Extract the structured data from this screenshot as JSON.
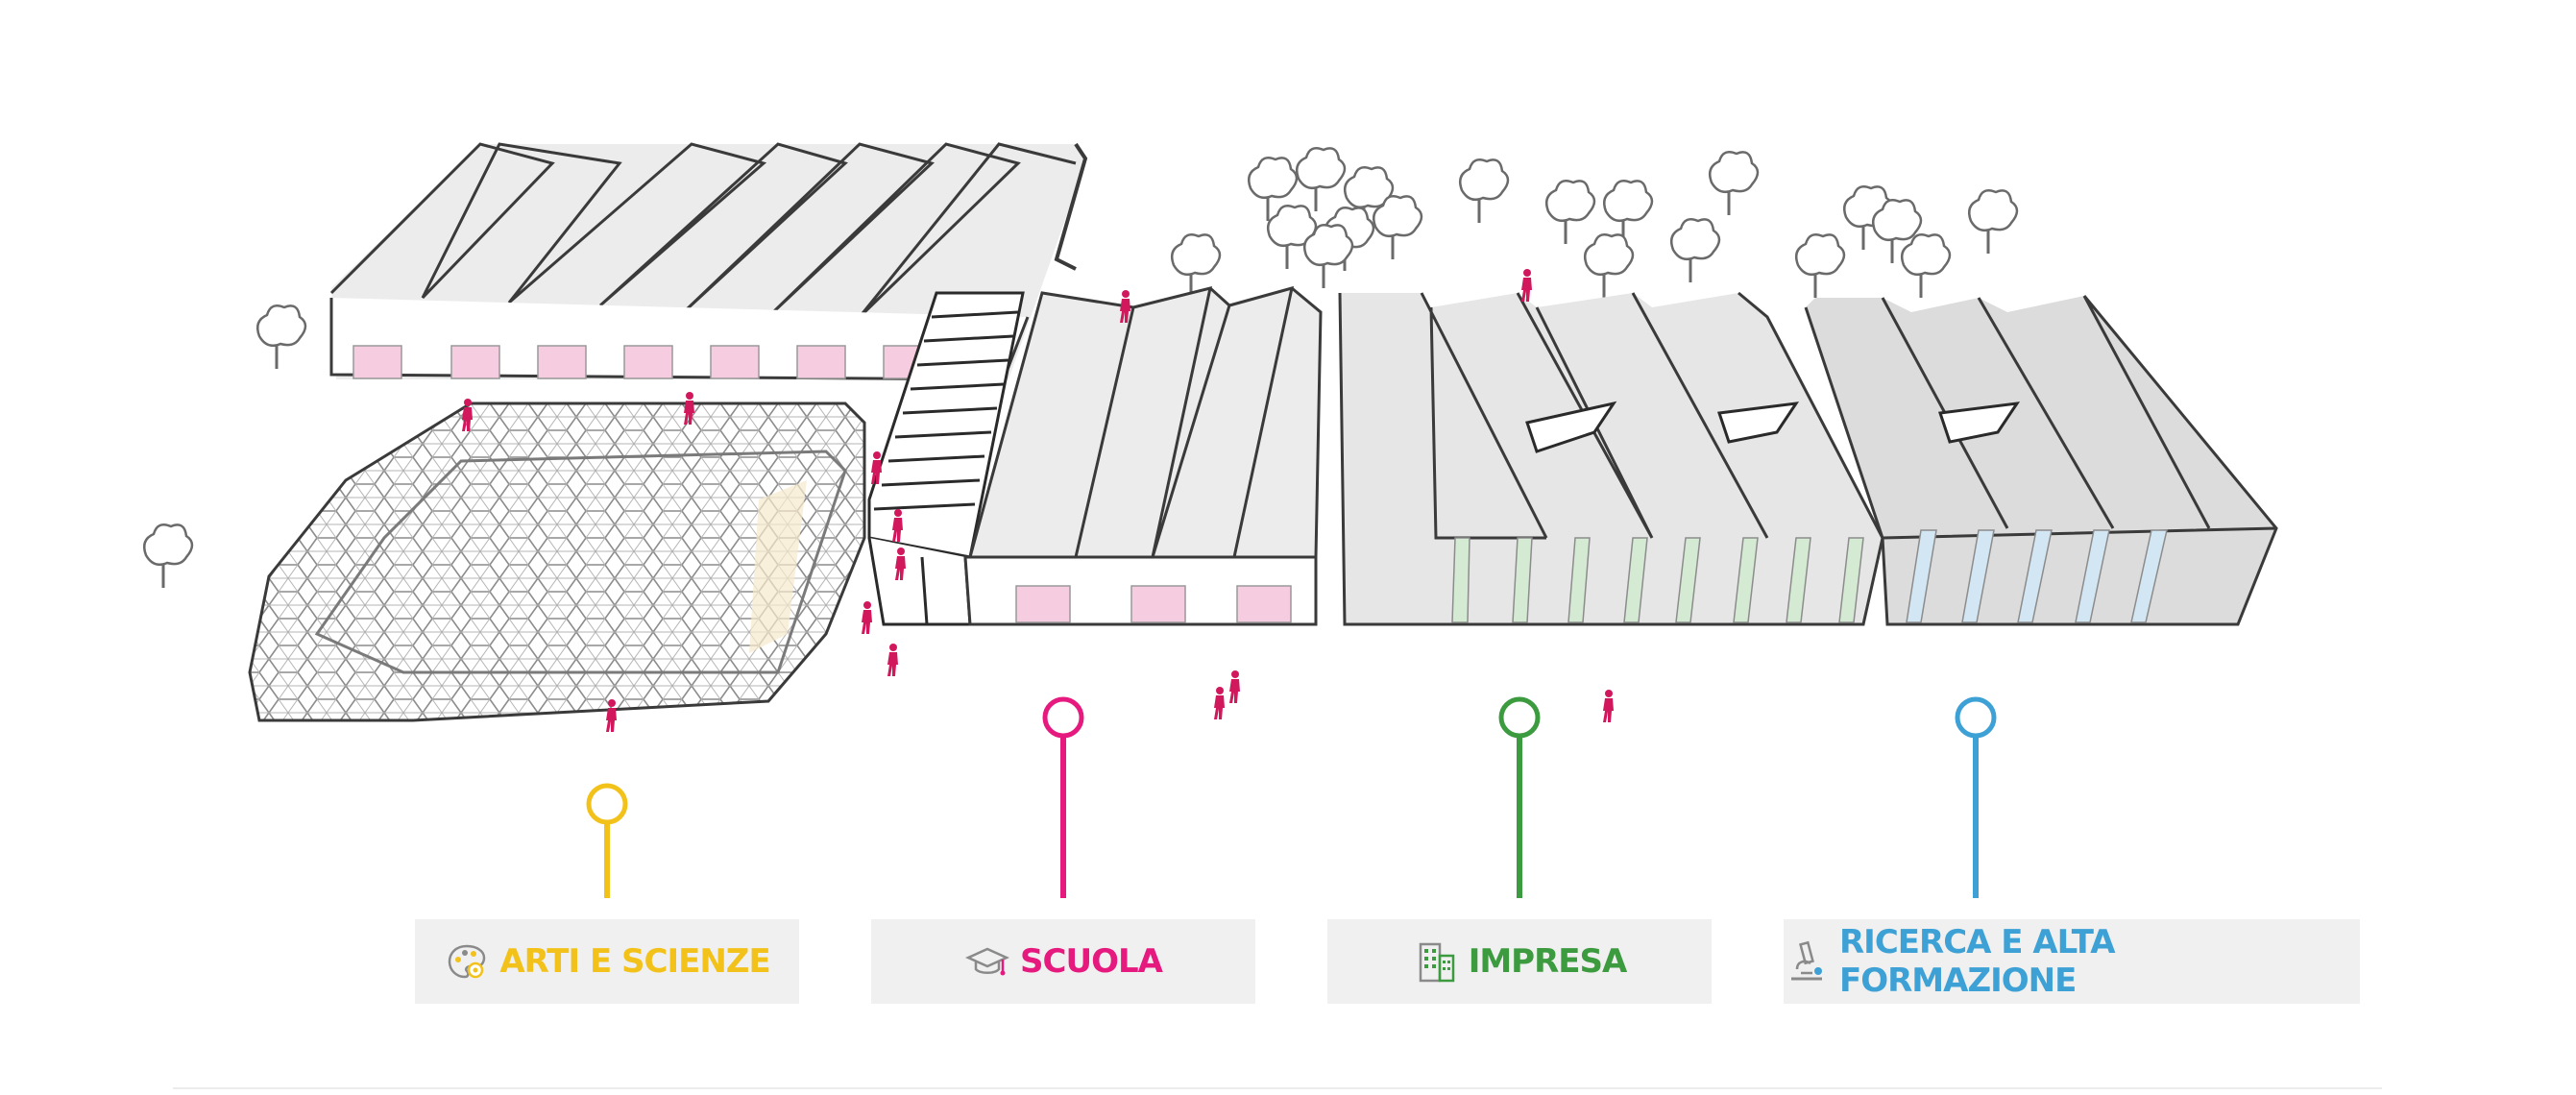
{
  "colors": {
    "arti": "#f2c21b",
    "scuola": "#e6197f",
    "impresa": "#3c9a3f",
    "ricerca": "#3da1d6",
    "outline": "#3a3a3a",
    "roof": "#efefef",
    "person": "#d2185c"
  },
  "categories": [
    {
      "key": "arti",
      "label": "ARTI E SCIENZE",
      "icon": "palette-gear-icon"
    },
    {
      "key": "scuola",
      "label": "SCUOLA",
      "icon": "graduation-cap-icon"
    },
    {
      "key": "impresa",
      "label": "IMPRESA",
      "icon": "office-building-icon"
    },
    {
      "key": "ricerca",
      "label": "RICERCA E ALTA FORMAZIONE",
      "icon": "microscope-icon"
    }
  ]
}
